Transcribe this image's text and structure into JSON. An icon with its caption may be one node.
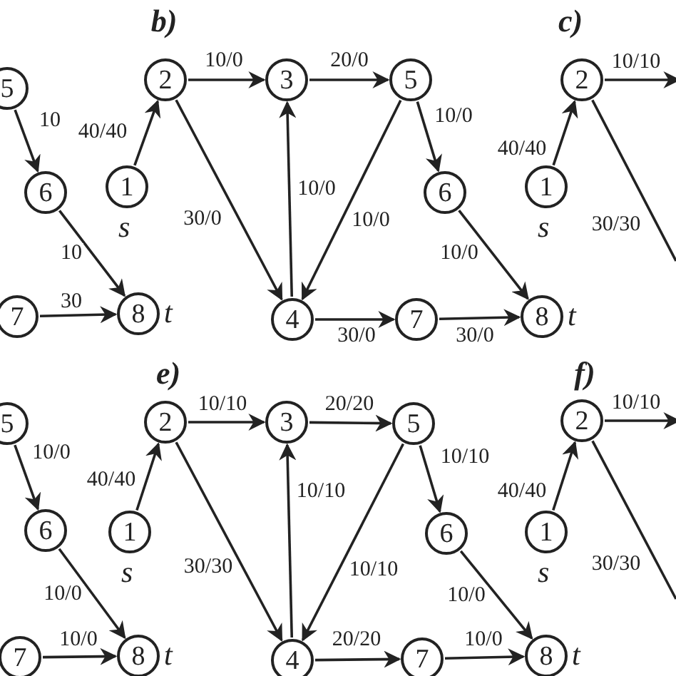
{
  "diagram": {
    "nodes": [
      {
        "text": [
          "5"
        ]
      },
      {
        "text": [
          "6"
        ]
      },
      {
        "text": [
          "7"
        ]
      },
      {
        "text": [
          "8"
        ],
        "beside": [
          "t"
        ]
      },
      {
        "text": [
          "1"
        ],
        "beside": [
          "s"
        ]
      },
      {
        "text": [
          "2"
        ]
      },
      {
        "text": [
          "3"
        ]
      },
      {
        "text": [
          "5"
        ]
      },
      {
        "text": [
          "6"
        ]
      },
      {
        "text": [
          "4"
        ]
      },
      {
        "text": [
          "7"
        ]
      },
      {
        "text": [
          "8"
        ],
        "beside": [
          "t"
        ]
      },
      {
        "text": [
          "1"
        ],
        "beside": [
          "s"
        ]
      },
      {
        "text": [
          "2"
        ]
      },
      {
        "text": [
          "5"
        ]
      },
      {
        "text": [
          "6"
        ]
      },
      {
        "text": [
          "7"
        ]
      },
      {
        "text": [
          "8"
        ],
        "beside": [
          "t"
        ]
      },
      {
        "text": [
          "1"
        ],
        "beside": [
          "s"
        ]
      },
      {
        "text": [
          "2"
        ]
      },
      {
        "text": [
          "3"
        ]
      },
      {
        "text": [
          "5"
        ]
      },
      {
        "text": [
          "6"
        ]
      },
      {
        "text": [
          "4"
        ]
      },
      {
        "text": [
          "7"
        ]
      },
      {
        "text": [
          "8"
        ],
        "beside": [
          "t"
        ]
      },
      {
        "text": [
          "1"
        ],
        "beside": [
          "s"
        ]
      },
      {
        "text": [
          "2"
        ]
      }
    ],
    "edges": [
      {
        "from": 0,
        "to": 1,
        "arrow": "to",
        "label": "10"
      },
      {
        "from": 1,
        "to": 3,
        "arrow": "to",
        "label": "10"
      },
      {
        "from": 2,
        "to": 3,
        "arrow": "to",
        "label": "30"
      },
      {
        "from": 4,
        "to": 5,
        "arrow": "to",
        "label": "40/40"
      },
      {
        "from": 5,
        "to": 6,
        "arrow": "to",
        "label": "10/0"
      },
      {
        "from": 6,
        "to": 7,
        "arrow": "to",
        "label": "20/0"
      },
      {
        "from": 5,
        "to": 9,
        "arrow": "to",
        "label": "30/0"
      },
      {
        "from": 9,
        "to": 6,
        "arrow": "to",
        "label": "10/0"
      },
      {
        "from": 7,
        "to": 9,
        "arrow": "to",
        "label": "10/0"
      },
      {
        "from": 7,
        "to": 8,
        "arrow": "to",
        "label": "10/0"
      },
      {
        "from": 8,
        "to": 11,
        "arrow": "to",
        "label": "10/0"
      },
      {
        "from": 9,
        "to": 10,
        "arrow": "to",
        "label": "30/0"
      },
      {
        "from": 10,
        "to": 11,
        "arrow": "to",
        "label": "30/0"
      },
      {
        "from": 12,
        "to": 13,
        "arrow": "to",
        "label": "40/40"
      },
      {
        "from": 13,
        "to": null,
        "arrow": "to",
        "label": "10/10"
      },
      {
        "from": 13,
        "to": null,
        "arrow": "none",
        "label": "30/30"
      },
      {
        "from": 14,
        "to": 15,
        "arrow": "to",
        "label": "10/0"
      },
      {
        "from": 15,
        "to": 17,
        "arrow": "to",
        "label": "10/0"
      },
      {
        "from": 16,
        "to": 17,
        "arrow": "to",
        "label": "10/0"
      },
      {
        "from": 18,
        "to": 19,
        "arrow": "to",
        "label": "40/40"
      },
      {
        "from": 19,
        "to": 20,
        "arrow": "to",
        "label": "10/10"
      },
      {
        "from": 20,
        "to": 21,
        "arrow": "to",
        "label": "20/20"
      },
      {
        "from": 19,
        "to": 23,
        "arrow": "to",
        "label": "30/30"
      },
      {
        "from": 23,
        "to": 20,
        "arrow": "to",
        "label": "10/10"
      },
      {
        "from": 21,
        "to": 23,
        "arrow": "to",
        "label": "10/10"
      },
      {
        "from": 21,
        "to": 22,
        "arrow": "to",
        "label": "10/10"
      },
      {
        "from": 22,
        "to": 25,
        "arrow": "to",
        "label": "10/0"
      },
      {
        "from": 23,
        "to": 24,
        "arrow": "to",
        "label": "20/20"
      },
      {
        "from": 24,
        "to": 25,
        "arrow": "to",
        "label": "10/0"
      },
      {
        "from": 26,
        "to": 27,
        "arrow": "to",
        "label": "40/40"
      },
      {
        "from": 27,
        "to": null,
        "arrow": "to",
        "label": "10/10"
      },
      {
        "from": 27,
        "to": null,
        "arrow": "none",
        "label": "30/30"
      }
    ],
    "labels": [
      "b)",
      "c)",
      "e)",
      "f)"
    ]
  }
}
